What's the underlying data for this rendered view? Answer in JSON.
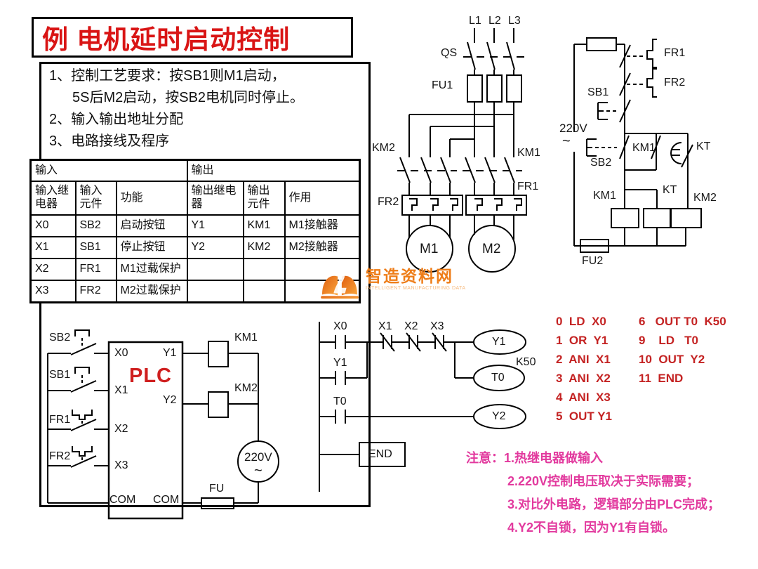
{
  "slide": {
    "title": "例  电机延时启动控制",
    "requirements": [
      "1、控制工艺要求：按SB1则M1启动，",
      "5S后M2启动，按SB2电机同时停止。",
      "2、输入输出地址分配",
      "3、电路接线及程序"
    ]
  },
  "io_table": {
    "group_headers": [
      "输入",
      "输出"
    ],
    "col_headers": [
      "输入继电器",
      "输入元件",
      "功能",
      "输出继电器",
      "输出元件",
      "作用"
    ],
    "rows": [
      [
        "X0",
        "SB2",
        "启动按钮",
        "Y1",
        "KM1",
        "M1接触器"
      ],
      [
        "X1",
        "SB1",
        "停止按钮",
        "Y2",
        "KM2",
        "M2接触器"
      ],
      [
        "X2",
        "FR1",
        "M1过载保护",
        "",
        "",
        ""
      ],
      [
        "X3",
        "FR2",
        "M2过载保护",
        "",
        "",
        ""
      ]
    ]
  },
  "program": {
    "left": [
      "0  LD  X0",
      "1  OR  Y1",
      "2  ANI  X1",
      "3  ANI  X2",
      "4  ANI  X3",
      "5  OUT Y1"
    ],
    "right": [
      "6   OUT T0  K50",
      "9    LD   T0",
      "10  OUT  Y2",
      "11  END"
    ]
  },
  "notes": {
    "head": "注意：",
    "items": [
      "1.热继电器做输入",
      "2.220V控制电压取决于实际需要；",
      "3.对比外电路，逻辑部分由PLC完成；",
      "4.Y2不自锁，因为Y1有自锁。"
    ]
  },
  "watermark": {
    "name": "智造资料网",
    "subtitle": "INTELLIGENT MANUFACTURING DATA"
  },
  "labels": {
    "l1": "L1",
    "l2": "L2",
    "l3": "L3",
    "qs": "QS",
    "fu1": "FU1",
    "km2_main": "KM2",
    "km1_main": "KM1",
    "fr2_main": "FR2",
    "fr1_main": "FR1",
    "m1": "M1",
    "m2": "M2",
    "fr1_c": "FR1",
    "fr2_c": "FR2",
    "sb1_c": "SB1",
    "sb2_c": "SB2",
    "v220_c": "220V",
    "tilde_c": "~",
    "km1_ct": "KM1",
    "kt_ct": "KT",
    "km1_co": "KM1",
    "kt_co": "KT",
    "km2_co": "KM2",
    "fu2": "FU2",
    "sb2_p": "SB2",
    "sb1_p": "SB1",
    "fr1_p": "FR1",
    "fr2_p": "FR2",
    "x0": "X0",
    "x1": "X1",
    "x2": "X2",
    "x3": "X3",
    "com1": "COM",
    "com2": "COM",
    "plc": "PLC",
    "y1p": "Y1",
    "y2p": "Y2",
    "km1_p": "KM1",
    "km2_p": "KM2",
    "v220_p": "220V",
    "tilde_p": "~",
    "fu_p": "FU",
    "x0l": "X0",
    "x1l": "X1",
    "x2l": "X2",
    "x3l": "X3",
    "y1cl": "Y1",
    "t0cl": "T0",
    "y1o": "Y1",
    "t0o": "T0",
    "y2o": "Y2",
    "k50": "K50",
    "endl": "END"
  },
  "colors": {
    "title_red": "#d91515",
    "program_red": "#c42323",
    "note_magenta": "#e23a9e",
    "watermark_orange": "#ee7d18"
  }
}
